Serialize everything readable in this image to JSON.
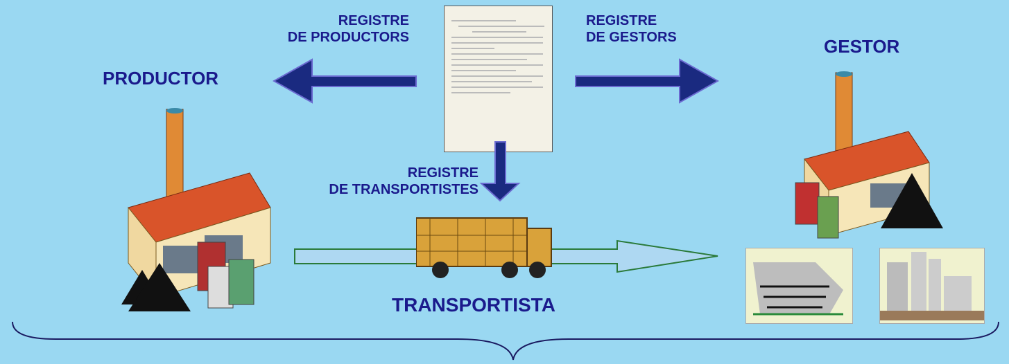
{
  "labels": {
    "registre_productors": [
      "REGISTRE",
      "DE PRODUCTORS"
    ],
    "registre_gestors": [
      "REGISTRE",
      "DE GESTORS"
    ],
    "registre_transportistes": [
      "REGISTRE",
      "DE TRANSPORTISTES"
    ],
    "productor": "PRODUCTOR",
    "gestor": "GESTOR",
    "transportista": "TRANSPORTISTA"
  },
  "colors": {
    "background": "#9ad8f2",
    "label_text": "#1a1a8c",
    "arrow_dark": "#1a2a80",
    "arrow_light": "#aed8f2"
  },
  "icons": [
    "document-icon",
    "factory-icon",
    "truck-icon",
    "landfill-icon",
    "plant-icon",
    "barrels-icon",
    "coal-pile-icon"
  ]
}
